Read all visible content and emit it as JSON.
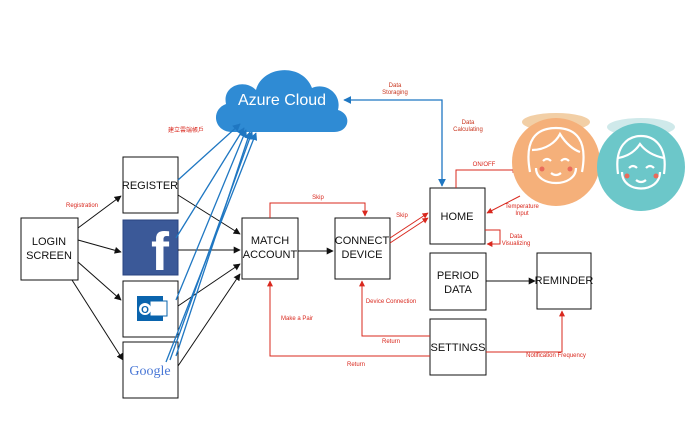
{
  "colors": {
    "azure": "#2f8bd4",
    "arrow_blue": "#1f77c2",
    "arrow_red": "#d9281e",
    "arrow_black": "#111111",
    "facebook": "#3b5998",
    "outlook": "#0a64ad",
    "device_orange": "#f5b07a",
    "device_teal": "#6cc7c9"
  },
  "cloud": {
    "label": "Azure Cloud",
    "icon": "cloud-icon"
  },
  "nodes": {
    "login": {
      "line1": "LOGIN",
      "line2": "SCREEN"
    },
    "register": {
      "label": "REGISTER"
    },
    "facebook": {
      "glyph": "f",
      "icon": "facebook-logo"
    },
    "outlook": {
      "glyph": "O",
      "icon": "outlook-logo"
    },
    "google": {
      "label": "Google",
      "icon": "google-logo"
    },
    "match": {
      "line1": "MATCH",
      "line2": "ACCOUNT"
    },
    "connect": {
      "line1": "CONNECT",
      "line2": "DEVICE"
    },
    "home": {
      "label": "HOME"
    },
    "period": {
      "line1": "PERIOD",
      "line2": "DATA"
    },
    "settings": {
      "label": "SETTINGS"
    },
    "reminder": {
      "label": "REMINDER"
    }
  },
  "edge_labels": {
    "registration": "Registration",
    "cloud_cn": "建立雲端帳戶",
    "data": "Data",
    "storaging": "Storaging",
    "calculating": "Calculating",
    "skip_top": "Skip",
    "skip_home": "Skip",
    "on_off": "ON/OFF",
    "temperature": "Temperature",
    "input": "Input",
    "visualizing": "Visualizing",
    "device_connection": "Device Connection",
    "return_settings": "Return",
    "make_pair": "Make a Pair",
    "return_bottom": "Return",
    "notification": "Notification Frequency"
  },
  "devices": {
    "orange": {
      "icon": "girl-face-icon"
    },
    "teal": {
      "icon": "boy-face-icon"
    }
  }
}
